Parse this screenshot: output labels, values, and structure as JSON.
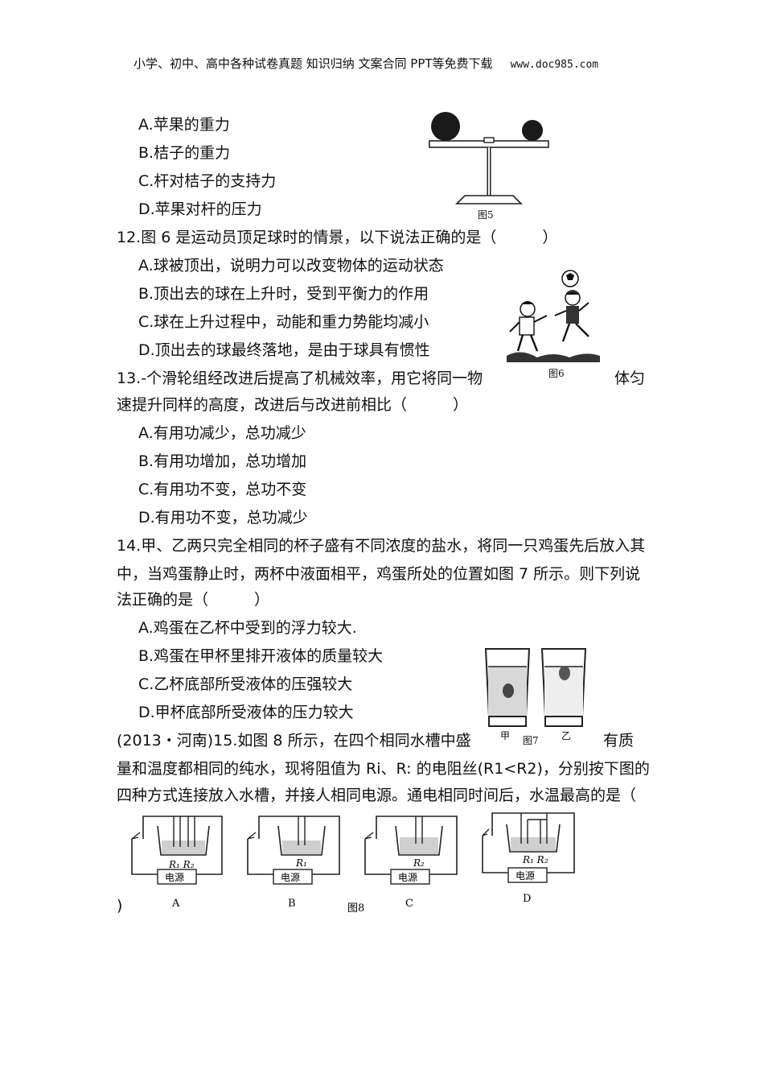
{
  "header": {
    "title": "小学、初中、高中各种试卷真题 知识归纳 文案合同 PPT等免费下载",
    "url": "www.doc985.com"
  },
  "q11": {
    "options": [
      "A.苹果的重力",
      "B.桔子的重力",
      "C.杆对桔子的支持力",
      "D.苹果对杆的压力"
    ],
    "figure_label": "图5"
  },
  "q12": {
    "stem": "12.图 6 是运动员顶足球时的情景，以下说法正确的是（　　　）",
    "options": [
      "A.球被顶出，说明力可以改变物体的运动状态",
      "B.顶出去的球在上升时，受到平衡力的作用",
      "C.球在上升过程中，动能和重力势能均减小",
      "D.顶出去的球最终落地，是由于球具有惯性"
    ],
    "figure_label": "图6"
  },
  "q13": {
    "stem_line1": "13.-个滑轮组经改进后提高了机械效率，用它将同一物",
    "stem_line1_tail": "体匀",
    "stem_line2": "速提升同样的高度，改进后与改进前相比（　　　）",
    "options": [
      "A.有用功减少，总功减少",
      "B.有用功增加，总功增加",
      "C.有用功不变，总功不变",
      "D.有用功不变，总功减少"
    ]
  },
  "q14": {
    "stem_line1": "14.甲、乙两只完全相同的杯子盛有不同浓度的盐水，将同一只鸡蛋先后放入其",
    "stem_line2": "中，当鸡蛋静止时，两杯中液面相平，鸡蛋所处的位置如图 7 所示。则下列说",
    "stem_line3": "法正确的是（　　　）",
    "options": [
      "A.鸡蛋在乙杯中受到的浮力较大.",
      "B.鸡蛋在甲杯里排开液体的质量较大",
      "C.乙杯底部所受液体的压强较大",
      "D.甲杯底部所受液体的压力较大"
    ],
    "figure_label": "图7",
    "cup_left": "甲",
    "cup_right": "乙"
  },
  "q15": {
    "stem_line1": "(2013・河南)15.如图 8 所示，在四个相同水槽中盛",
    "stem_line1_tail": "有质",
    "stem_line2": "量和温度都相同的纯水，现将阻值为 Ri、R: 的电阻丝(R1<R2)，分别按下图的",
    "stem_line3": "四种方式连接放入水槽，并接人相同电源。通电相同时间后，水温最高的是（",
    "stem_close": ")",
    "figure_label": "图8",
    "power_label": "电源",
    "circuits": [
      {
        "letter": "A",
        "r_labels": "R₁ R₂"
      },
      {
        "letter": "B",
        "r_labels": "R₁"
      },
      {
        "letter": "C",
        "r_labels": "R₂"
      },
      {
        "letter": "D",
        "r_labels": "R₁ R₂"
      }
    ]
  }
}
